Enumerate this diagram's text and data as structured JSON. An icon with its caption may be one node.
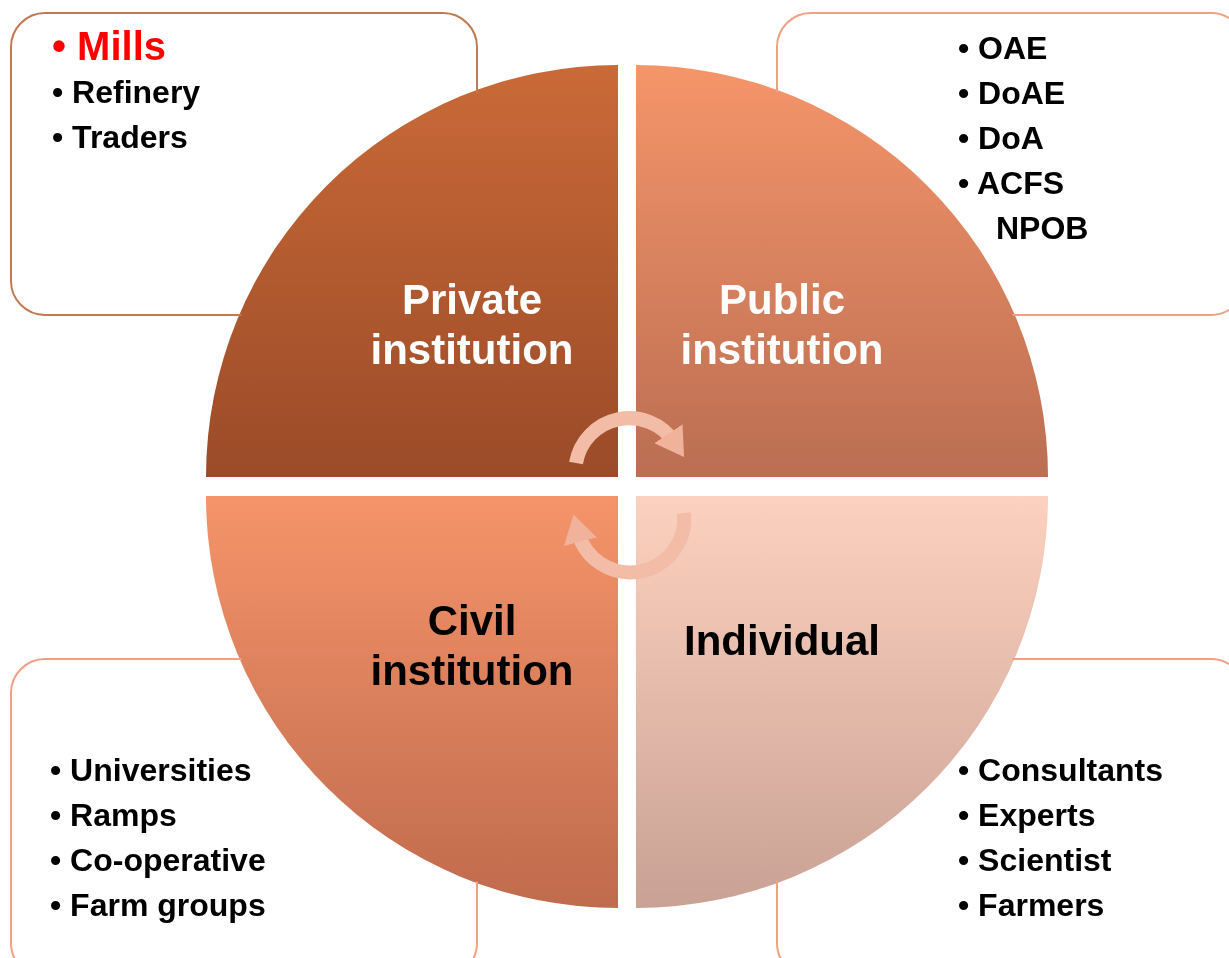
{
  "diagram": {
    "nodes": [
      {
        "text": [
          "• Mills",
          "• Refinery",
          "• Traders"
        ]
      },
      {
        "text": [
          "• OAE",
          "• DoAE",
          "• DoA",
          "• ACFS",
          "NPOB"
        ]
      },
      {
        "text": [
          "Private institution"
        ]
      },
      {
        "text": [
          "Public institution"
        ]
      },
      {
        "text": [
          "Civil institution"
        ]
      },
      {
        "text": [
          "Individual"
        ]
      },
      {
        "text": [
          "• Universities",
          "• Ramps",
          "• Co-operative",
          "• Farm groups"
        ]
      },
      {
        "text": [
          "• Consultants",
          "• Experts",
          "• Scientist",
          "• Farmers"
        ]
      }
    ],
    "edges": [
      {
        "from": 2,
        "to": 3,
        "arrow": "to"
      },
      {
        "from": 5,
        "to": 4,
        "arrow": "to"
      }
    ]
  }
}
